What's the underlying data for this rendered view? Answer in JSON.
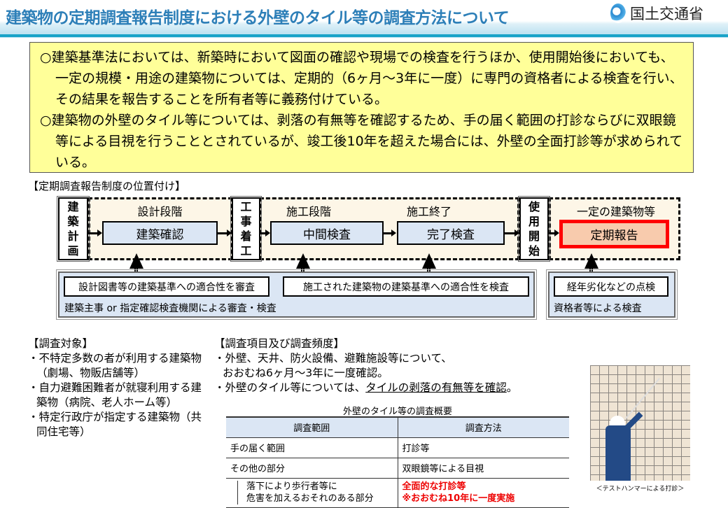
{
  "header": {
    "title": "建築物の定期調査報告制度における外壁のタイル等の調査方法について",
    "org": "国土交通省"
  },
  "summary": {
    "items": [
      "○建築基準法においては、新築時において図面の確認や現場での検査を行うほか、使用開始後においても、一定の規模・用途の建築物については、定期的（6ヶ月～3年に一度）に専門の資格者による検査を行い、その結果を報告することを所有者等に義務付けている。",
      "○建築物の外壁のタイル等については、剥落の有無等を確認するため、手の届く範囲の打診ならびに双眼鏡等による目視を行うこととされているが、竣工後10年を超えた場合には、外壁の全面打診等が求められている。"
    ]
  },
  "diagram": {
    "heading": "【定期調査報告制度の位置付け】",
    "v1": [
      "建",
      "築",
      "計",
      "画"
    ],
    "v2": [
      "工",
      "事",
      "着",
      "工"
    ],
    "v3": [
      "使",
      "用",
      "開",
      "始"
    ],
    "stage_design": "設計段階",
    "stage_construct": "施工段階",
    "stage_finish": "施工終了",
    "stage_building": "一定の建築物等",
    "box_confirm": "建築確認",
    "box_interim": "中間検査",
    "box_complete": "完了検査",
    "box_report": "定期報告",
    "check1": "設計図書等の建築基準への適合性を審査",
    "check2": "施工された建築物の建築基準への適合性を検査",
    "check_by1": "建築主事 or 指定確認検査機関による審査・検査",
    "check3": "経年劣化などの点検",
    "check_by2": "資格者等による検査"
  },
  "targets": {
    "heading": "【調査対象】",
    "items": [
      "・不特定多数の者が利用する建築物（劇場、物販店舗等）",
      "・自力避難困難者が就寝利用する建築物（病院、老人ホーム等）",
      "・特定行政庁が指定する建築物（共同住宅等）"
    ]
  },
  "items": {
    "heading": "【調査項目及び調査頻度】",
    "line1": "・外壁、天井、防火設備、避難施設等について、",
    "line1b": "おおむね6ヶ月～3年に一度確認。",
    "line2a": "・外壁のタイル等については、",
    "line2u": "タイルの剥落の有無等を確認",
    "line2b": "。"
  },
  "table": {
    "caption": "外壁のタイル等の調査概要",
    "headers": [
      "調査範囲",
      "調査方法"
    ],
    "rows": [
      [
        "手の届く範囲",
        "打診等"
      ],
      [
        "その他の部分",
        "双眼鏡等による目視"
      ]
    ],
    "sub_range": [
      "落下により歩行者等に",
      "危害を加えるおそれのある部分"
    ],
    "sub_method": [
      "全面的な打診等",
      "※おおむね10年に一度実施"
    ]
  },
  "photo": {
    "caption": "＜テストハンマーによる打診＞"
  }
}
